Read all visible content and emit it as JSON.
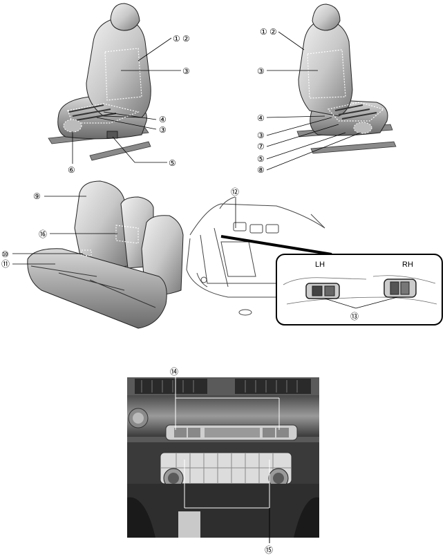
{
  "callouts": {
    "c1": "①",
    "c2": "②",
    "c3": "③",
    "c4": "④",
    "c5": "⑤",
    "c6": "⑥",
    "c7": "⑦",
    "c8": "⑧",
    "c9": "⑨",
    "c10": "⑩",
    "c11": "⑪",
    "c12": "⑫",
    "c13": "⑬",
    "c14": "⑭",
    "c15": "⑮",
    "c16": "⑯"
  },
  "inset": {
    "left_label": "LH",
    "right_label": "RH"
  }
}
